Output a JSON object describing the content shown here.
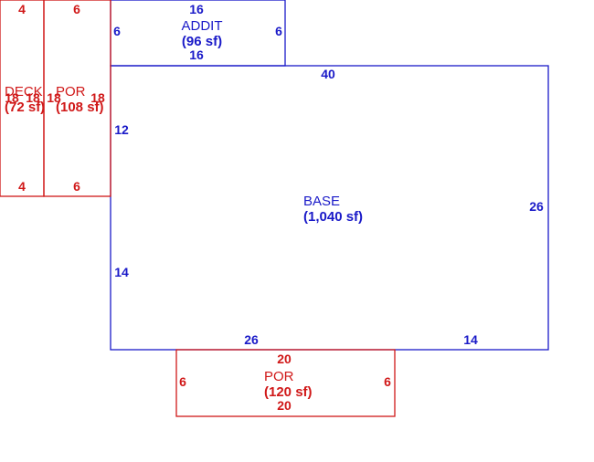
{
  "colors": {
    "blue": "#1a1ac8",
    "red": "#d01818",
    "background": "#ffffff"
  },
  "areas": {
    "base": {
      "name": "BASE",
      "area": "(1,040 sf)",
      "color": "#1a1ac8",
      "dims": {
        "top": "40",
        "right": "26",
        "left_upper": "12",
        "left_lower": "14",
        "bottom_left": "26",
        "bottom_right": "14"
      }
    },
    "addit": {
      "name": "ADDIT",
      "area": "(96 sf)",
      "color": "#1a1ac8",
      "dims": {
        "top": "16",
        "bottom": "16",
        "left": "6",
        "right": "6"
      }
    },
    "deck": {
      "name": "DECK",
      "area": "(72 sf)",
      "color": "#d01818",
      "dims": {
        "top": "4",
        "bottom": "4",
        "left": "18",
        "right": "18"
      }
    },
    "por_left": {
      "name": "POR",
      "area": "(108 sf)",
      "color": "#d01818",
      "dims": {
        "top": "6",
        "bottom": "6",
        "left": "18",
        "right": "18"
      }
    },
    "por_bottom": {
      "name": "POR",
      "area": "(120 sf)",
      "color": "#d01818",
      "dims": {
        "top": "20",
        "bottom": "20",
        "left": "6",
        "right": "6"
      }
    }
  }
}
